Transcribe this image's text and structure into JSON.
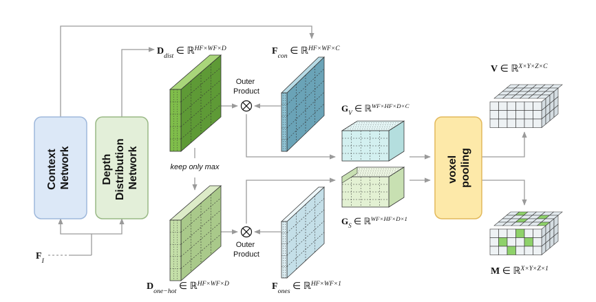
{
  "boxes": {
    "context": {
      "lines": [
        "Context",
        "Network"
      ]
    },
    "depth": {
      "lines": [
        "Depth",
        "Distribution",
        "Network"
      ]
    },
    "voxel": {
      "lines": [
        "voxel",
        "pooling"
      ]
    }
  },
  "labels": {
    "outer_product_top": [
      "Outer",
      "Product"
    ],
    "outer_product_bottom": [
      "Outer",
      "Product"
    ],
    "keep_only_max": "keep only max",
    "otimes": "⊗"
  },
  "math": {
    "fi": {
      "main": "F",
      "sub": "I"
    },
    "d_dist": {
      "main": "D",
      "sub": "dist",
      "rest": " ∈ ℝ",
      "sup": "H_F×W_F×D"
    },
    "f_con": {
      "main": "F",
      "sub": "con",
      "rest": " ∈ ℝ",
      "sup": "H_F×W_F×C"
    },
    "g_v": {
      "main": "G",
      "sub": "V",
      "rest": " ∈ ℝ",
      "sup": "W_F×H_F×D×C"
    },
    "g_s": {
      "main": "G",
      "sub": "S",
      "rest": " ∈ ℝ",
      "sup": "W_F×H_F×D×1"
    },
    "d_onehot": {
      "main": "D",
      "sub": "one−hot",
      "rest": " ∈ ℝ",
      "sup": "H_F×W_F×D"
    },
    "f_ones": {
      "main": "F",
      "sub": "ones",
      "rest": " ∈ ℝ",
      "sup": "H_F×W_F×1"
    },
    "v": {
      "main": "V",
      "sub": "",
      "rest": " ∈ ℝ",
      "sup": "X×Y×Z×C"
    },
    "m": {
      "main": "M",
      "sub": "",
      "rest": " ∈ ℝ",
      "sup": "X×Y×Z×1"
    }
  },
  "colors": {
    "context_fill": "#dce8f7",
    "context_stroke": "#9db7db",
    "depth_fill": "#e3efd9",
    "depth_stroke": "#98b884",
    "voxel_fill": "#fde9a9",
    "voxel_stroke": "#e2b85a",
    "dist_front": "#7fbd4a",
    "dist_top": "#a9d67a",
    "dist_side": "#5e9a36",
    "con_front": "#8fc3d4",
    "con_top": "#b7dbe6",
    "con_side": "#6aa3b7",
    "onehot_front": "#c4dfa8",
    "onehot_top": "#dcebc7",
    "onehot_side": "#a9c98a",
    "ones_front": "#ddeef3",
    "ones_top": "#eef7fa",
    "ones_side": "#c4dfe8",
    "gv_front": "#d3f0f0",
    "gv_top": "#e6f7f7",
    "gv_side": "#b4dede",
    "gs_front": "#e3f1d3",
    "gs_top": "#eef7e4",
    "gs_side": "#c8e0b2",
    "voxel_empty": "#e3eaee",
    "voxel_highlight": "#8ed16a",
    "arrow": "#9a9a9a"
  }
}
